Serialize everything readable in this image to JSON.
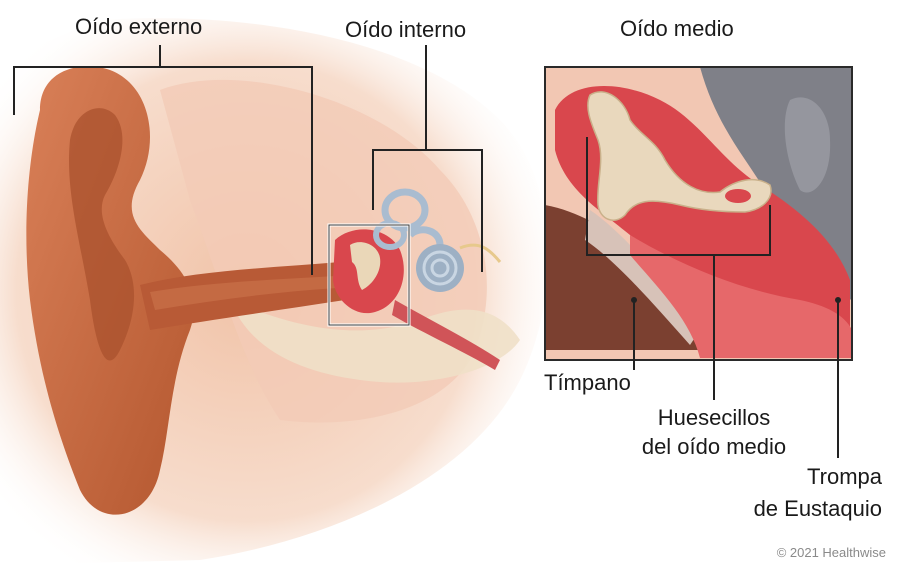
{
  "labels": {
    "outer_ear": "Oído externo",
    "inner_ear": "Oído interno",
    "middle_ear": "Oído medio",
    "eardrum": "Tímpano",
    "ossicles_line1": "Huesecillos",
    "ossicles_line2": "del oído medio",
    "eustachian_line1": "Trompa",
    "eustachian_line2": "de Eustaquio"
  },
  "copyright": "© 2021 Healthwise",
  "colors": {
    "skin": "#e9a98a",
    "ear": "#c8663f",
    "canal": "#a44a2c",
    "bone": "#e9d8bd",
    "middle_ear_red": "#d9474d",
    "cochlea": "#9db0c4",
    "tube_pink": "#e6686a",
    "gray_tissue": "#7f8088",
    "leader": "#222222"
  }
}
